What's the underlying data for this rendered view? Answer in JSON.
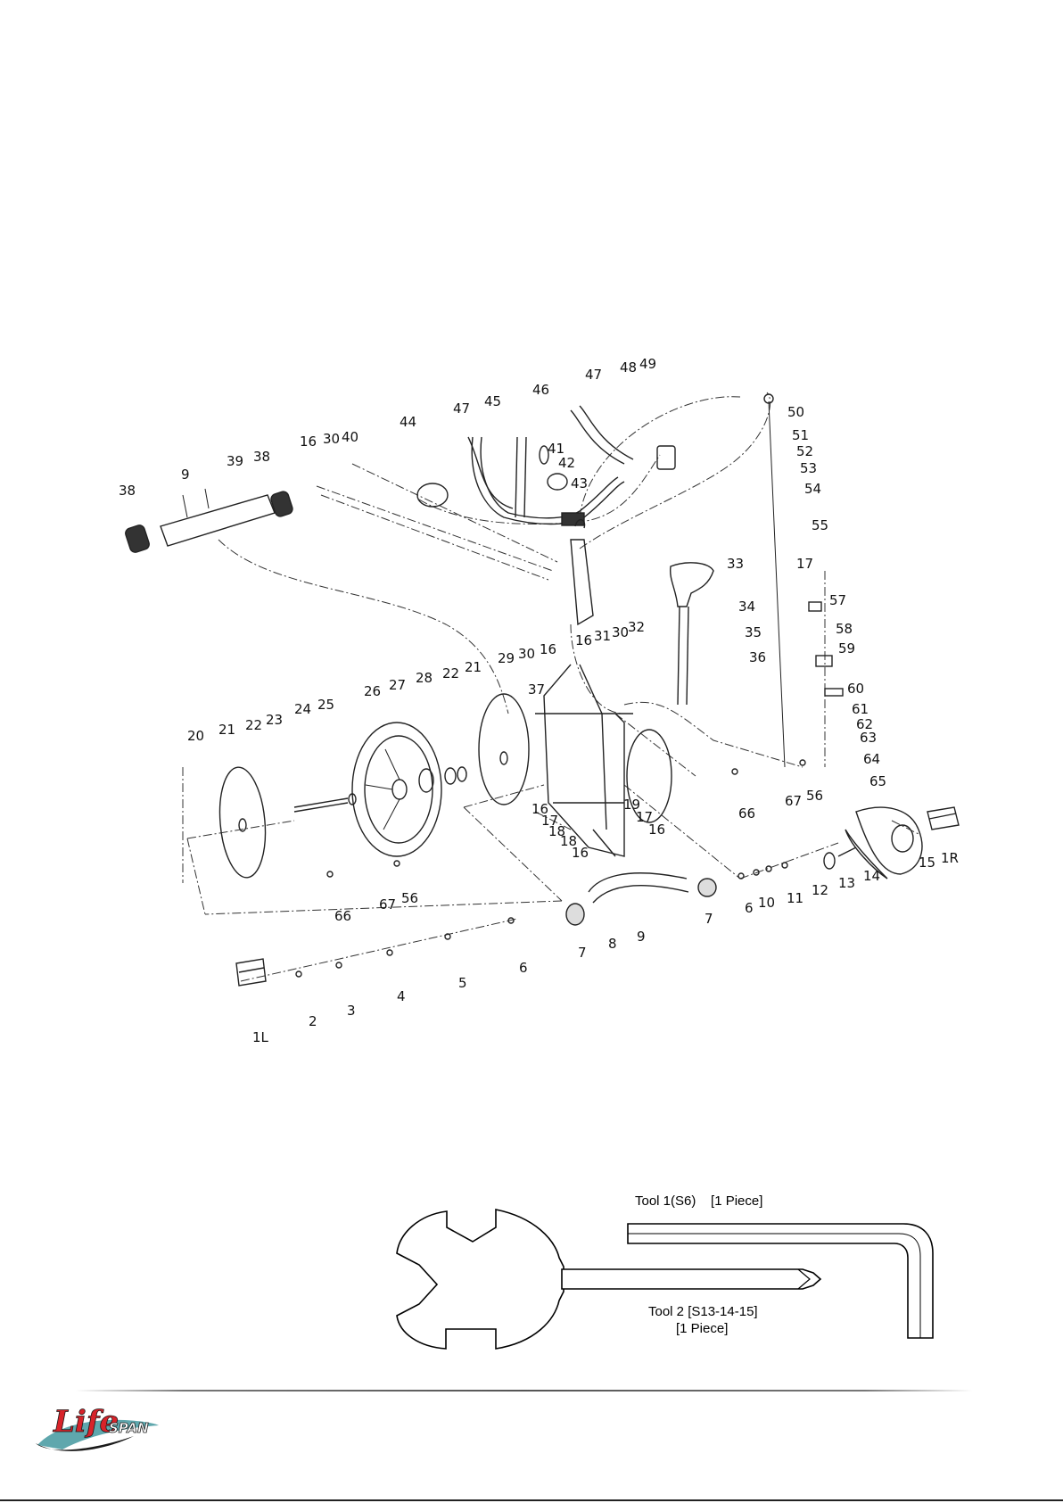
{
  "diagram": {
    "part_labels": [
      "1L",
      "1R",
      "2",
      "3",
      "4",
      "5",
      "6",
      "6",
      "7",
      "7",
      "8",
      "9",
      "9",
      "10",
      "11",
      "12",
      "13",
      "14",
      "15",
      "16",
      "16",
      "16",
      "16",
      "16",
      "16",
      "17",
      "17",
      "17",
      "18",
      "19",
      "20",
      "21",
      "21",
      "22",
      "22",
      "23",
      "24",
      "25",
      "26",
      "27",
      "28",
      "29",
      "30",
      "30",
      "30",
      "31",
      "32",
      "33",
      "34",
      "35",
      "36",
      "37",
      "38",
      "38",
      "39",
      "40",
      "41",
      "42",
      "43",
      "44",
      "45",
      "46",
      "47",
      "47",
      "48",
      "49",
      "50",
      "51",
      "52",
      "53",
      "54",
      "55",
      "56",
      "56",
      "57",
      "58",
      "59",
      "60",
      "61",
      "62",
      "63",
      "64",
      "65",
      "66",
      "66",
      "67",
      "67"
    ]
  },
  "tools": {
    "tool1_label": "Tool 1(S6)    [1 Piece]",
    "tool2_label_line1": "Tool 2 [S13-14-15]",
    "tool2_label_line2": "[1 Piece]"
  },
  "brand": {
    "logo_text_main": "Life",
    "logo_text_sub": "SPAN",
    "colors": {
      "red": "#d8232a",
      "teal": "#5fa7ad",
      "dark": "#1a1a1a"
    }
  }
}
